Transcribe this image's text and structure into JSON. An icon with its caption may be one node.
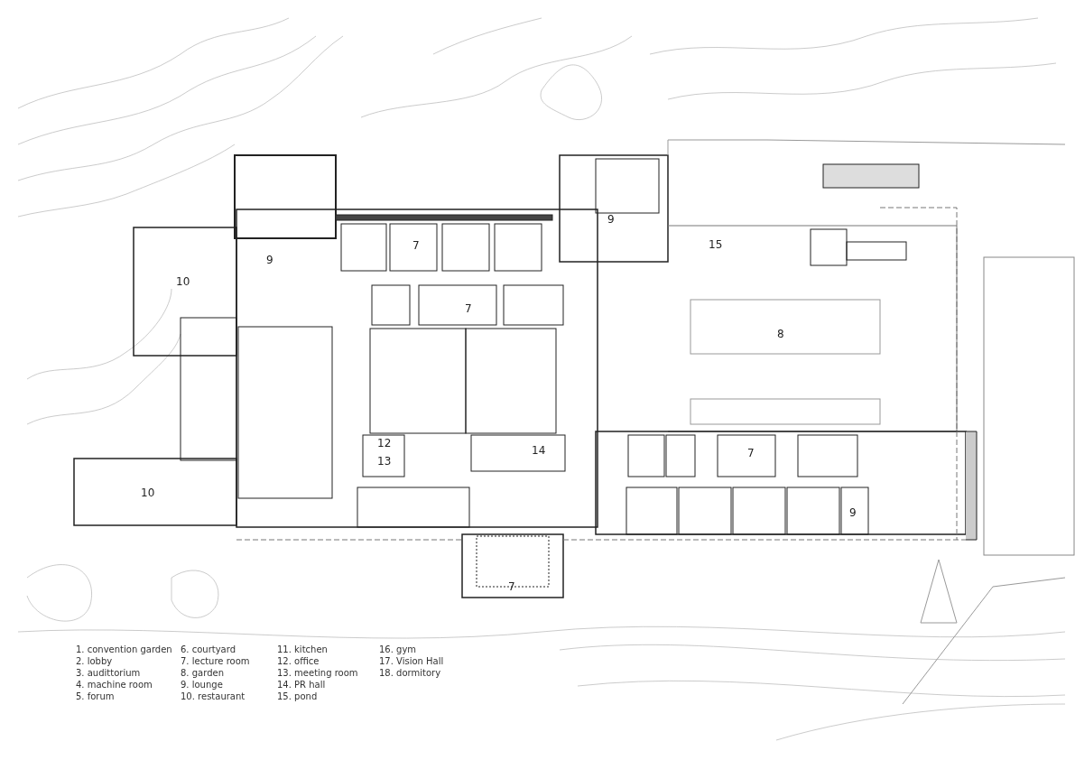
{
  "diagram": {
    "labels": [
      "9",
      "7",
      "15",
      "9",
      "10",
      "7",
      "8",
      "12",
      "14",
      "7",
      "13",
      "10",
      "9",
      "7",
      "1. convention garden",
      "2. lobby",
      "3. audittorium",
      "4. machine room",
      "5. forum",
      "6. courtyard",
      "7. lecture room",
      "8. garden",
      "9. lounge",
      "10. restaurant",
      "11. kitchen",
      "12. office",
      "13. meeting room",
      "14. PR hall",
      "15. pond",
      "16. gym",
      "17. Vision Hall",
      "18. dormitory"
    ]
  }
}
